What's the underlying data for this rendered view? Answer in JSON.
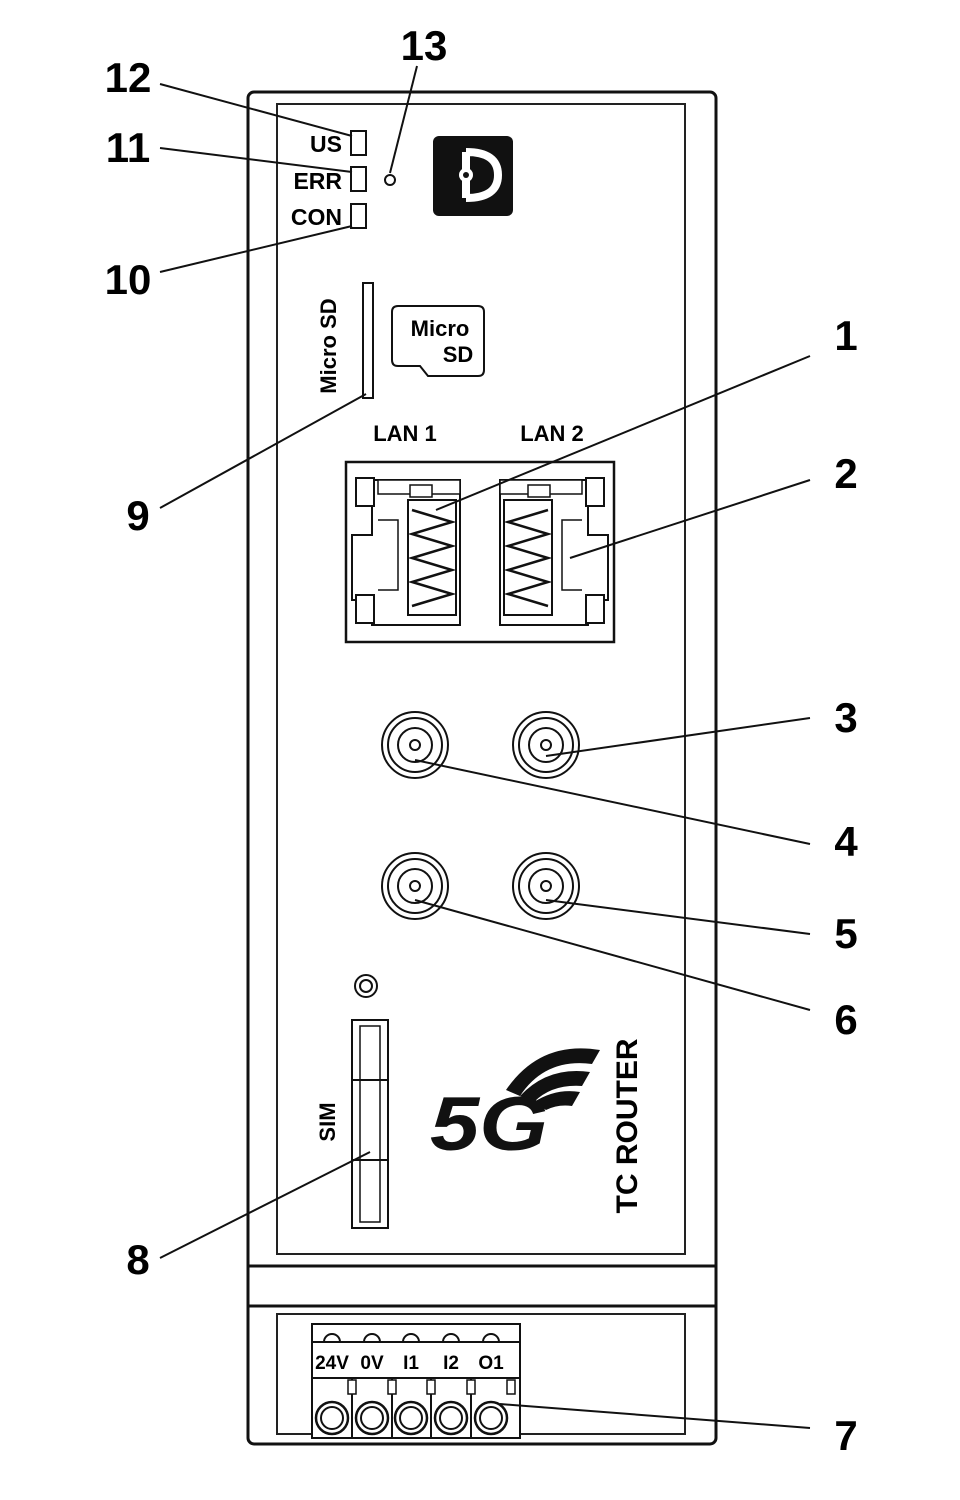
{
  "device": {
    "product_label": "TC ROUTER",
    "network_logo": "5G",
    "brand_logo_icon": "phoenix-contact-logo-icon"
  },
  "leds": {
    "us": "US",
    "err": "ERR",
    "con": "CON"
  },
  "microsd": {
    "slot_label": "Micro SD",
    "badge_line1": "Micro",
    "badge_line2": "SD"
  },
  "lan": {
    "port1": "LAN 1",
    "port2": "LAN 2"
  },
  "sim": {
    "label": "SIM"
  },
  "terminals": [
    "24V",
    "0V",
    "I1",
    "I2",
    "O1"
  ],
  "callouts": {
    "c1": "1",
    "c2": "2",
    "c3": "3",
    "c4": "4",
    "c5": "5",
    "c6": "6",
    "c7": "7",
    "c8": "8",
    "c9": "9",
    "c10": "10",
    "c11": "11",
    "c12": "12",
    "c13": "13"
  }
}
